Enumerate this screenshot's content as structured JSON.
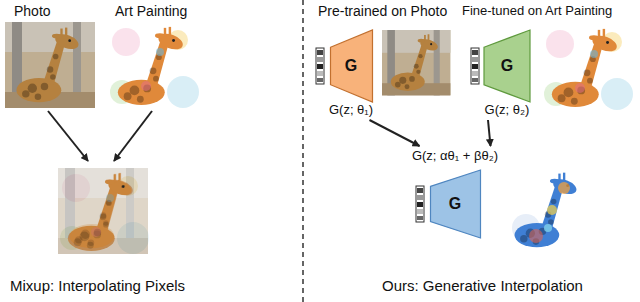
{
  "diagram": {
    "nodes": [
      {
        "text": [
          "G",
          "G(z; θ₁)"
        ]
      },
      {
        "text": [
          "G",
          "G(z; θ₂)"
        ]
      },
      {
        "text": [
          "G",
          "G(z; αθ₁ + βθ₂)"
        ]
      }
    ],
    "edges": [
      {
        "from": 0,
        "to": 2,
        "arrow": "to"
      },
      {
        "from": 1,
        "to": 2,
        "arrow": "to"
      }
    ],
    "labels": [
      "Photo",
      "Art Painting",
      "Mixup: Interpolating Pixels",
      "Pre-trained on Photo",
      "Fine-tuned on Art Painting",
      "Ours: Generative Interpolation"
    ]
  }
}
